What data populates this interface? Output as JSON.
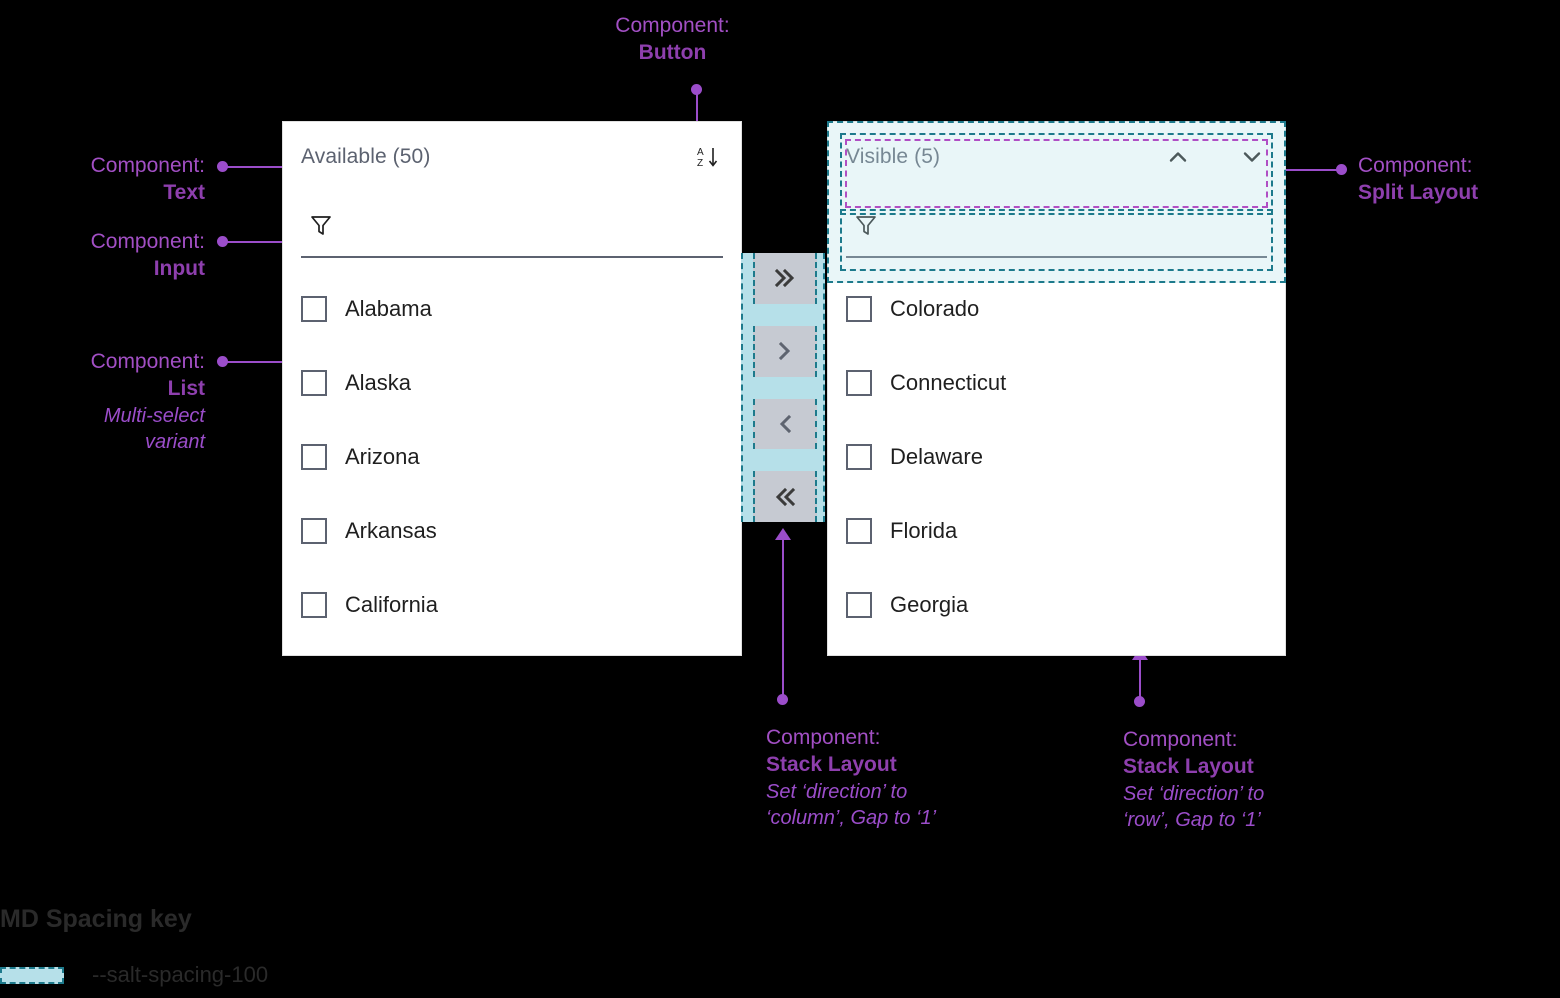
{
  "annotations": {
    "button": {
      "kicker": "Component:",
      "name": "Button"
    },
    "text": {
      "kicker": "Component:",
      "name": "Text"
    },
    "input": {
      "kicker": "Component:",
      "name": "Input"
    },
    "list": {
      "kicker": "Component:",
      "name": "List",
      "sub1": "Multi-select",
      "sub2": "variant"
    },
    "split_layout": {
      "kicker": "Component:",
      "name": "Split Layout"
    },
    "stack_column": {
      "kicker": "Component:",
      "name": "Stack Layout",
      "sub1": "Set ‘direction’ to",
      "sub2": "‘column’, Gap to ‘1’"
    },
    "stack_row": {
      "kicker": "Component:",
      "name": "Stack Layout",
      "sub1": "Set ‘direction’ to",
      "sub2": "‘row’, Gap to ‘1’"
    }
  },
  "available_panel": {
    "title": "Available (50)",
    "sort_icon": "sort-az-descending-icon",
    "filter_icon": "filter-funnel-icon",
    "filter_value": "",
    "filter_placeholder": "",
    "items": [
      {
        "label": "Alabama",
        "checked": false
      },
      {
        "label": "Alaska",
        "checked": false
      },
      {
        "label": "Arizona",
        "checked": false
      },
      {
        "label": "Arkansas",
        "checked": false
      },
      {
        "label": "California",
        "checked": false
      }
    ]
  },
  "visible_panel": {
    "title": "Visible (5)",
    "move_up_icon": "chevron-up-icon",
    "move_down_icon": "chevron-down-icon",
    "filter_icon": "filter-funnel-icon",
    "filter_value": "",
    "filter_placeholder": "",
    "items": [
      {
        "label": "Colorado",
        "checked": false
      },
      {
        "label": "Connecticut",
        "checked": false
      },
      {
        "label": "Delaware",
        "checked": false
      },
      {
        "label": "Florida",
        "checked": false
      },
      {
        "label": "Georgia",
        "checked": false
      }
    ]
  },
  "transfer_buttons": [
    {
      "icon": "double-chevron-right-icon",
      "name": "move-all-right-button"
    },
    {
      "icon": "chevron-right-icon",
      "name": "move-right-button"
    },
    {
      "icon": "chevron-left-icon",
      "name": "move-left-button"
    },
    {
      "icon": "double-chevron-left-icon",
      "name": "move-all-left-button"
    }
  ],
  "spacing_key": {
    "title": "MD Spacing key",
    "token": "--salt-spacing-100"
  },
  "colors": {
    "annotation": "#9b4dca",
    "annotation_bold": "#8e3fae",
    "spacing_fill": "#b6e0e9",
    "spacing_border": "#1d7a8c",
    "purple_dash": "#b04ec4",
    "panel_bg": "#ffffff",
    "page_bg": "#000000",
    "title_text": "#5c6270",
    "item_text": "#1f1f1f",
    "button_bg": "#c6cad2"
  }
}
